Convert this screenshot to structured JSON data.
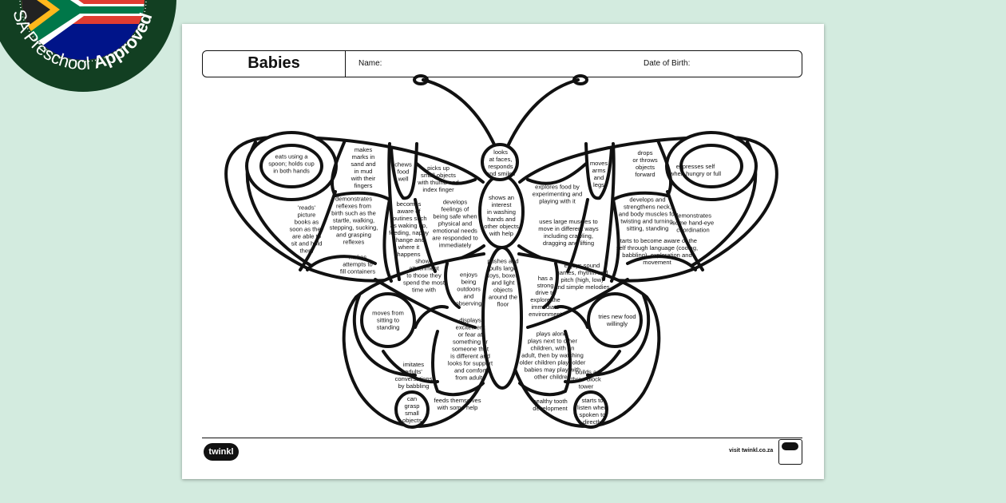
{
  "seal": {
    "text_regular": "SA Preschool",
    "text_bold": "Approved"
  },
  "header": {
    "title": "Babies",
    "name_label": "Name:",
    "dob_label": "Date of Birth:"
  },
  "labels": [
    "eats using a\nspoon; holds cup\nin both hands",
    "makes\nmarks in\nsand and\nin mud\nwith their\nfingers",
    "chews\nfood\nwell",
    "picks up\nsmall objects\nwith thumb and\nindex finger",
    "looks\nat faces,\nresponds\nand smiles",
    "'reads'\npicture\nbooks as\nsoon as they\nare able to\nsit and hold\nthem",
    "demonstrates\nreflexes from\nbirth such as the\nstartle, walking,\nstepping, sucking,\nand grasping\nreflexes",
    "becomes\naware of\nroutines such\nas waking up,\nfeeding, nappy\nchange and\nwhere it\nhappens",
    "develops\nfeelings of\nbeing safe when\nphysical and\nemotional needs\nare responded to\nimmediately",
    "shows an\ninterest\nin washing\nhands and\nother objects\nwith help",
    "makes\nattempts to\nfill containers",
    "shows\nattachment\nto those they\nspend the most\ntime with",
    "enjoys\nbeing\noutdoors\nand\nobserving",
    "pushes and\npulls large\ntoys, boxes\nand light\nobjects\naround the\nfloor",
    "explores food by\nexperimenting and\nplaying with it",
    "moves\narms\nand\nlegs",
    "drops\nor throws\nobjects\nforward",
    "expresses self\nwhen hungry or full",
    "uses large muscles to\nmove in different ways\nincluding crawling,\ndragging and lifting",
    "develops and\nstrengthens neck,\nand body muscles for\ntwisting and turning,\nsitting, standing",
    "demonstrates\nsome hand-eye\ncoordination",
    "starts to become aware of the\nself through language (cooing,\nbabbling), exploration and\nmovement",
    "enjoys sound\ngames, rhythm and\npitch (high, low)\nand simple melodies",
    "has a\nstrong\ndrive to\nexplore the\nimmediate\nenvironment",
    "moves from\nsitting to\nstanding",
    "tries new food\nwillingly",
    "displays\nexcitement\nor fear at\nsomething or\nsomeone that\nis different and\nlooks for support\nand comfort\nfrom adults",
    "plays alone,\nplays next to other\nchildren, with an\nadult, then by watching\nolder children play; older\nbabies may play with\nother children",
    "imitates\nadults'\nconversations\nby babbling",
    "builds a\nthree-block\ntower",
    "can\ngrasp\nsmall\nobjects",
    "feeds themselves\nwith some help",
    "healthy tooth\ndevelopment",
    "starts to\nlisten when\nspoken to\ndirectly"
  ],
  "footer": {
    "logo": "twinkl",
    "visit": "visit twinkl.co.za"
  },
  "colors": {
    "background": "#d3ebdf",
    "seal_green": "#123f22",
    "ink": "#111111"
  }
}
